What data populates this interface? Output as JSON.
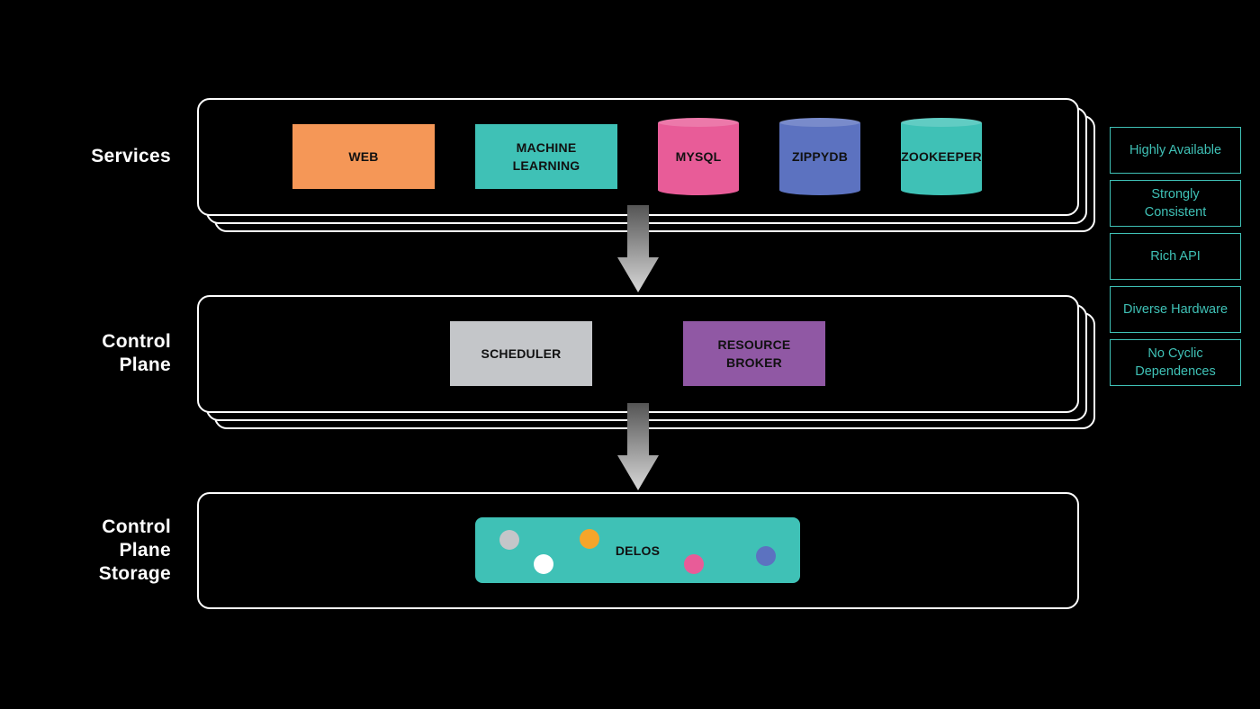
{
  "rows": [
    {
      "label": "Services"
    },
    {
      "label": "Control\nPlane"
    },
    {
      "label": "Control\nPlane\nStorage"
    }
  ],
  "services": {
    "web": {
      "label": "WEB",
      "color": "#f59757"
    },
    "ml": {
      "label": "MACHINE\nLEARNING",
      "color": "#3fc1b6"
    },
    "mysql": {
      "label": "MYSQL",
      "color": "#e85c98"
    },
    "zippydb": {
      "label": "ZIPPYDB",
      "color": "#5c72c0"
    },
    "zookeeper": {
      "label": "ZOOKEEPER",
      "color": "#3fc1b6"
    }
  },
  "control_plane": {
    "scheduler": {
      "label": "SCHEDULER",
      "color": "#c4c6c9"
    },
    "broker": {
      "label": "RESOURCE\nBROKER",
      "color": "#9058a4"
    }
  },
  "storage": {
    "delos": {
      "label": "DELOS",
      "color": "#3fc1b6"
    },
    "dot_colors": [
      "#c4c6c9",
      "#ffffff",
      "#f5a52a",
      "#e85c98",
      "#5c72c0"
    ]
  },
  "properties": [
    {
      "label": "Highly Available"
    },
    {
      "label": "Strongly\nConsistent"
    },
    {
      "label": "Rich API"
    },
    {
      "label": "Diverse Hardware"
    },
    {
      "label": "No Cyclic\nDependences"
    }
  ],
  "accent": "#3fc1b6"
}
